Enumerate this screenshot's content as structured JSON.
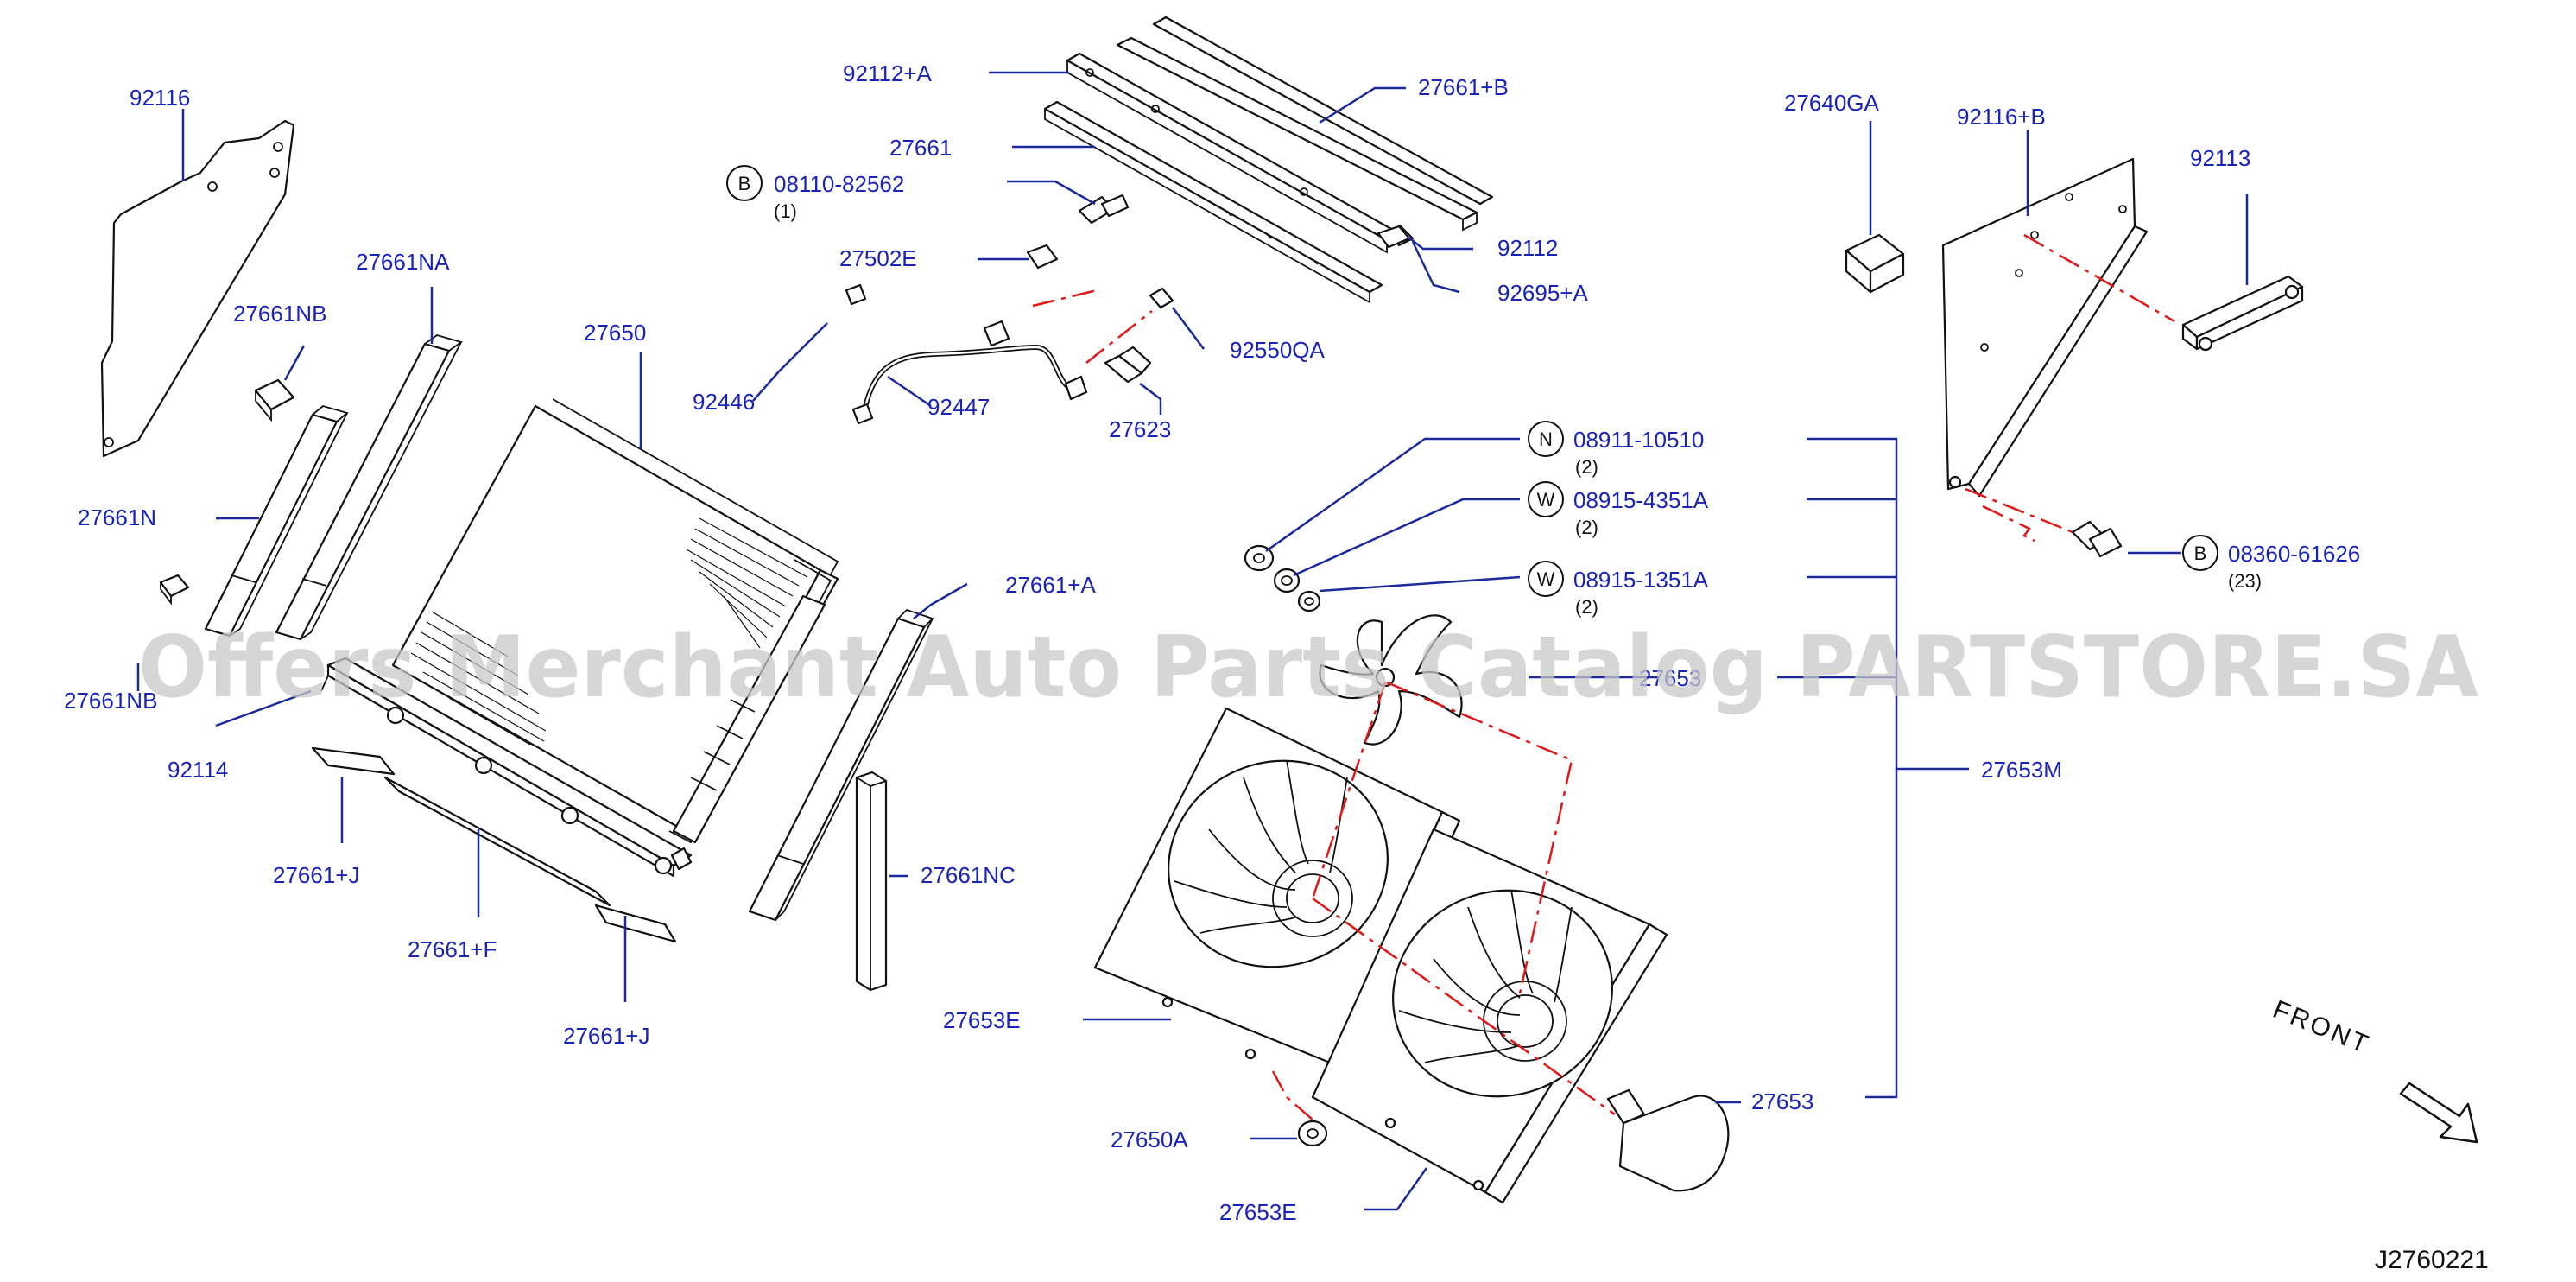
{
  "labels": {
    "p92116": "92116",
    "p27661NA": "27661NA",
    "p27661NB_top": "27661NB",
    "p27661N": "27661N",
    "p27661NB_bottom": "27661NB",
    "p92114": "92114",
    "p27661J_left": "27661+J",
    "p27661F": "27661+F",
    "p27661J_bottom": "27661+J",
    "p27650": "27650",
    "p92112A": "92112+A",
    "p27661": "27661",
    "p08110": "08110-82562",
    "p08110_qty": "(1)",
    "p27502E": "27502E",
    "p92446": "92446",
    "p92447": "92447",
    "p27623": "27623",
    "p92550QA": "92550QA",
    "p27661B": "27661+B",
    "p92112": "92112",
    "p92695A": "92695+A",
    "p27640GA": "27640GA",
    "p92116B": "92116+B",
    "p92113": "92113",
    "p08911": "08911-10510",
    "p08911_qty": "(2)",
    "p08915_4351": "08915-4351A",
    "p08915_4351_qty": "(2)",
    "p08915_1351": "08915-1351A",
    "p08915_1351_qty": "(2)",
    "p08360": "08360-61626",
    "p08360_qty": "(23)",
    "p27653_obscured": "27653",
    "p27653M": "27653M",
    "p27661A": "27661+A",
    "p27661NC": "27661NC",
    "p27653E_top": "27653E",
    "p27650A": "27650A",
    "p27653E_bottom": "27653E",
    "p27653": "27653"
  },
  "badges": {
    "b08110": "B",
    "n08911": "N",
    "w08915_4351": "W",
    "w08915_1351": "W",
    "b08360": "B"
  },
  "front_label": "FRONT",
  "diagram_ref": "J2760221",
  "watermark": "Offers Merchant Auto Parts Catalog PARTSTORE.SA",
  "colors": {
    "label": "#1a23b8",
    "leader": "#1a2a9a",
    "dashed": "#e01818",
    "part": "#111111"
  }
}
